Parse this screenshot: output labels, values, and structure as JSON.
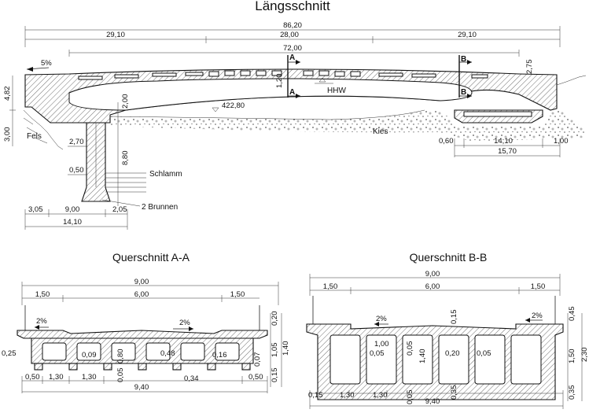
{
  "longitudinal": {
    "title": "Längsschnitt",
    "dims_top": {
      "total": "86,20",
      "span_left": "29,10",
      "span_mid": "28,00",
      "span_right": "29,10",
      "deck": "72,00"
    },
    "slope": "5%",
    "section_marks": {
      "a": "A",
      "b": "B"
    },
    "heights": {
      "left_top": "4,82",
      "left_bottom": "3,00",
      "mid_depth": "1,20",
      "right_end": "2,75",
      "clearance": "2,00",
      "pier": "8,80"
    },
    "level": "422,80",
    "hhw": "HHW",
    "labels": {
      "rock": "Fels",
      "gravel": "Kies",
      "mud": "Schlamm",
      "wells": "2 Brunnen"
    },
    "dims_left": {
      "shaft_offset": "2,70",
      "shaft_width": "0,50"
    },
    "dims_bottom_left": {
      "a": "3,05",
      "b": "9,00",
      "c": "2,05",
      "total": "14,10"
    },
    "dims_bottom_right": {
      "a": "0,60",
      "b": "14,10",
      "c": "1,00",
      "total": "15,70"
    }
  },
  "section_aa": {
    "title": "Querschnitt A-A",
    "dims_top": {
      "total": "9,00",
      "left": "1,50",
      "mid": "6,00",
      "right": "1,50"
    },
    "slope_left": "2%",
    "slope_right": "2%",
    "inner": {
      "web": "0,09",
      "slab_bottom": "0,80",
      "flange": "0,48",
      "web_right": "0,16",
      "bottom": "0,05",
      "haunch": "0,34"
    },
    "right": {
      "railing": "0,20",
      "deck": "1,05",
      "height": "1,40",
      "tip": "0,07",
      "bottom": "0,15"
    },
    "left_cant": "0,25",
    "dims_bottom": {
      "a": "0,50",
      "b": "1,30",
      "c": "1,30",
      "d": "0,50",
      "total": "9,40"
    }
  },
  "section_bb": {
    "title": "Querschnitt B-B",
    "dims_top": {
      "total": "9,00",
      "left": "1,50",
      "mid": "6,00",
      "right": "1,50"
    },
    "slope_left": "2%",
    "slope_right": "2%",
    "inner": {
      "top_slab": "0,15",
      "cell": "1,00",
      "web_a": "0,05",
      "web_b": "0,05",
      "height": "1,40",
      "cell_w": "0,20",
      "web_c": "0,05"
    },
    "right": {
      "railing": "0,45",
      "deck": "1,50",
      "height": "2,30",
      "bottom": "0,35"
    },
    "bottom_slab": "0,35",
    "bottom_web": "0,05",
    "dims_bottom": {
      "a": "0,15",
      "b": "1,30",
      "c": "1,30",
      "total": "9,40"
    }
  }
}
